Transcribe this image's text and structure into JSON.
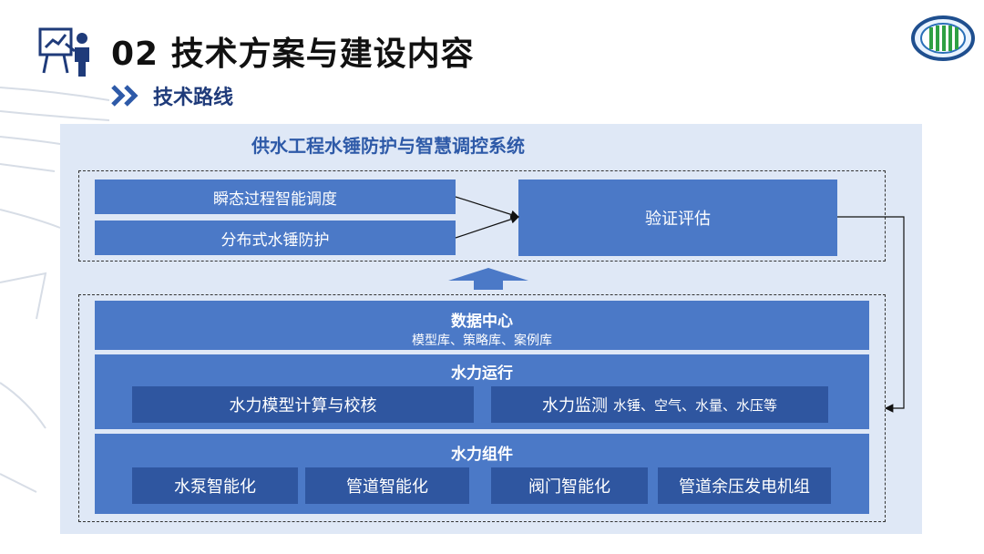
{
  "header": {
    "title": "02 技术方案与建设内容",
    "subtitle": "技术路线"
  },
  "diagram": {
    "title": "供水工程水锤防护与智慧调控系统",
    "top_group": {
      "left_items": [
        "瞬态过程智能调度",
        "分布式水锤防护"
      ],
      "right_item": "验证评估"
    },
    "data_center": {
      "title": "数据中心",
      "subtitle": "模型库、策略库、案例库"
    },
    "hydraulic_operation": {
      "title": "水力运行",
      "items": [
        {
          "label": "水力模型计算与校核"
        },
        {
          "label": "水力监测",
          "detail": "水锤、空气、水量、水压等"
        }
      ]
    },
    "hydraulic_components": {
      "title": "水力组件",
      "items": [
        "水泵智能化",
        "管道智能化",
        "阀门智能化",
        "管道余压发电机组"
      ]
    }
  },
  "colors": {
    "panel_bg": "#dfe8f6",
    "box_blue": "#4b79c7",
    "box_dark": "#2f56a0",
    "title_blue": "#2e5aa8",
    "arrow_blue": "#4b79c7"
  }
}
